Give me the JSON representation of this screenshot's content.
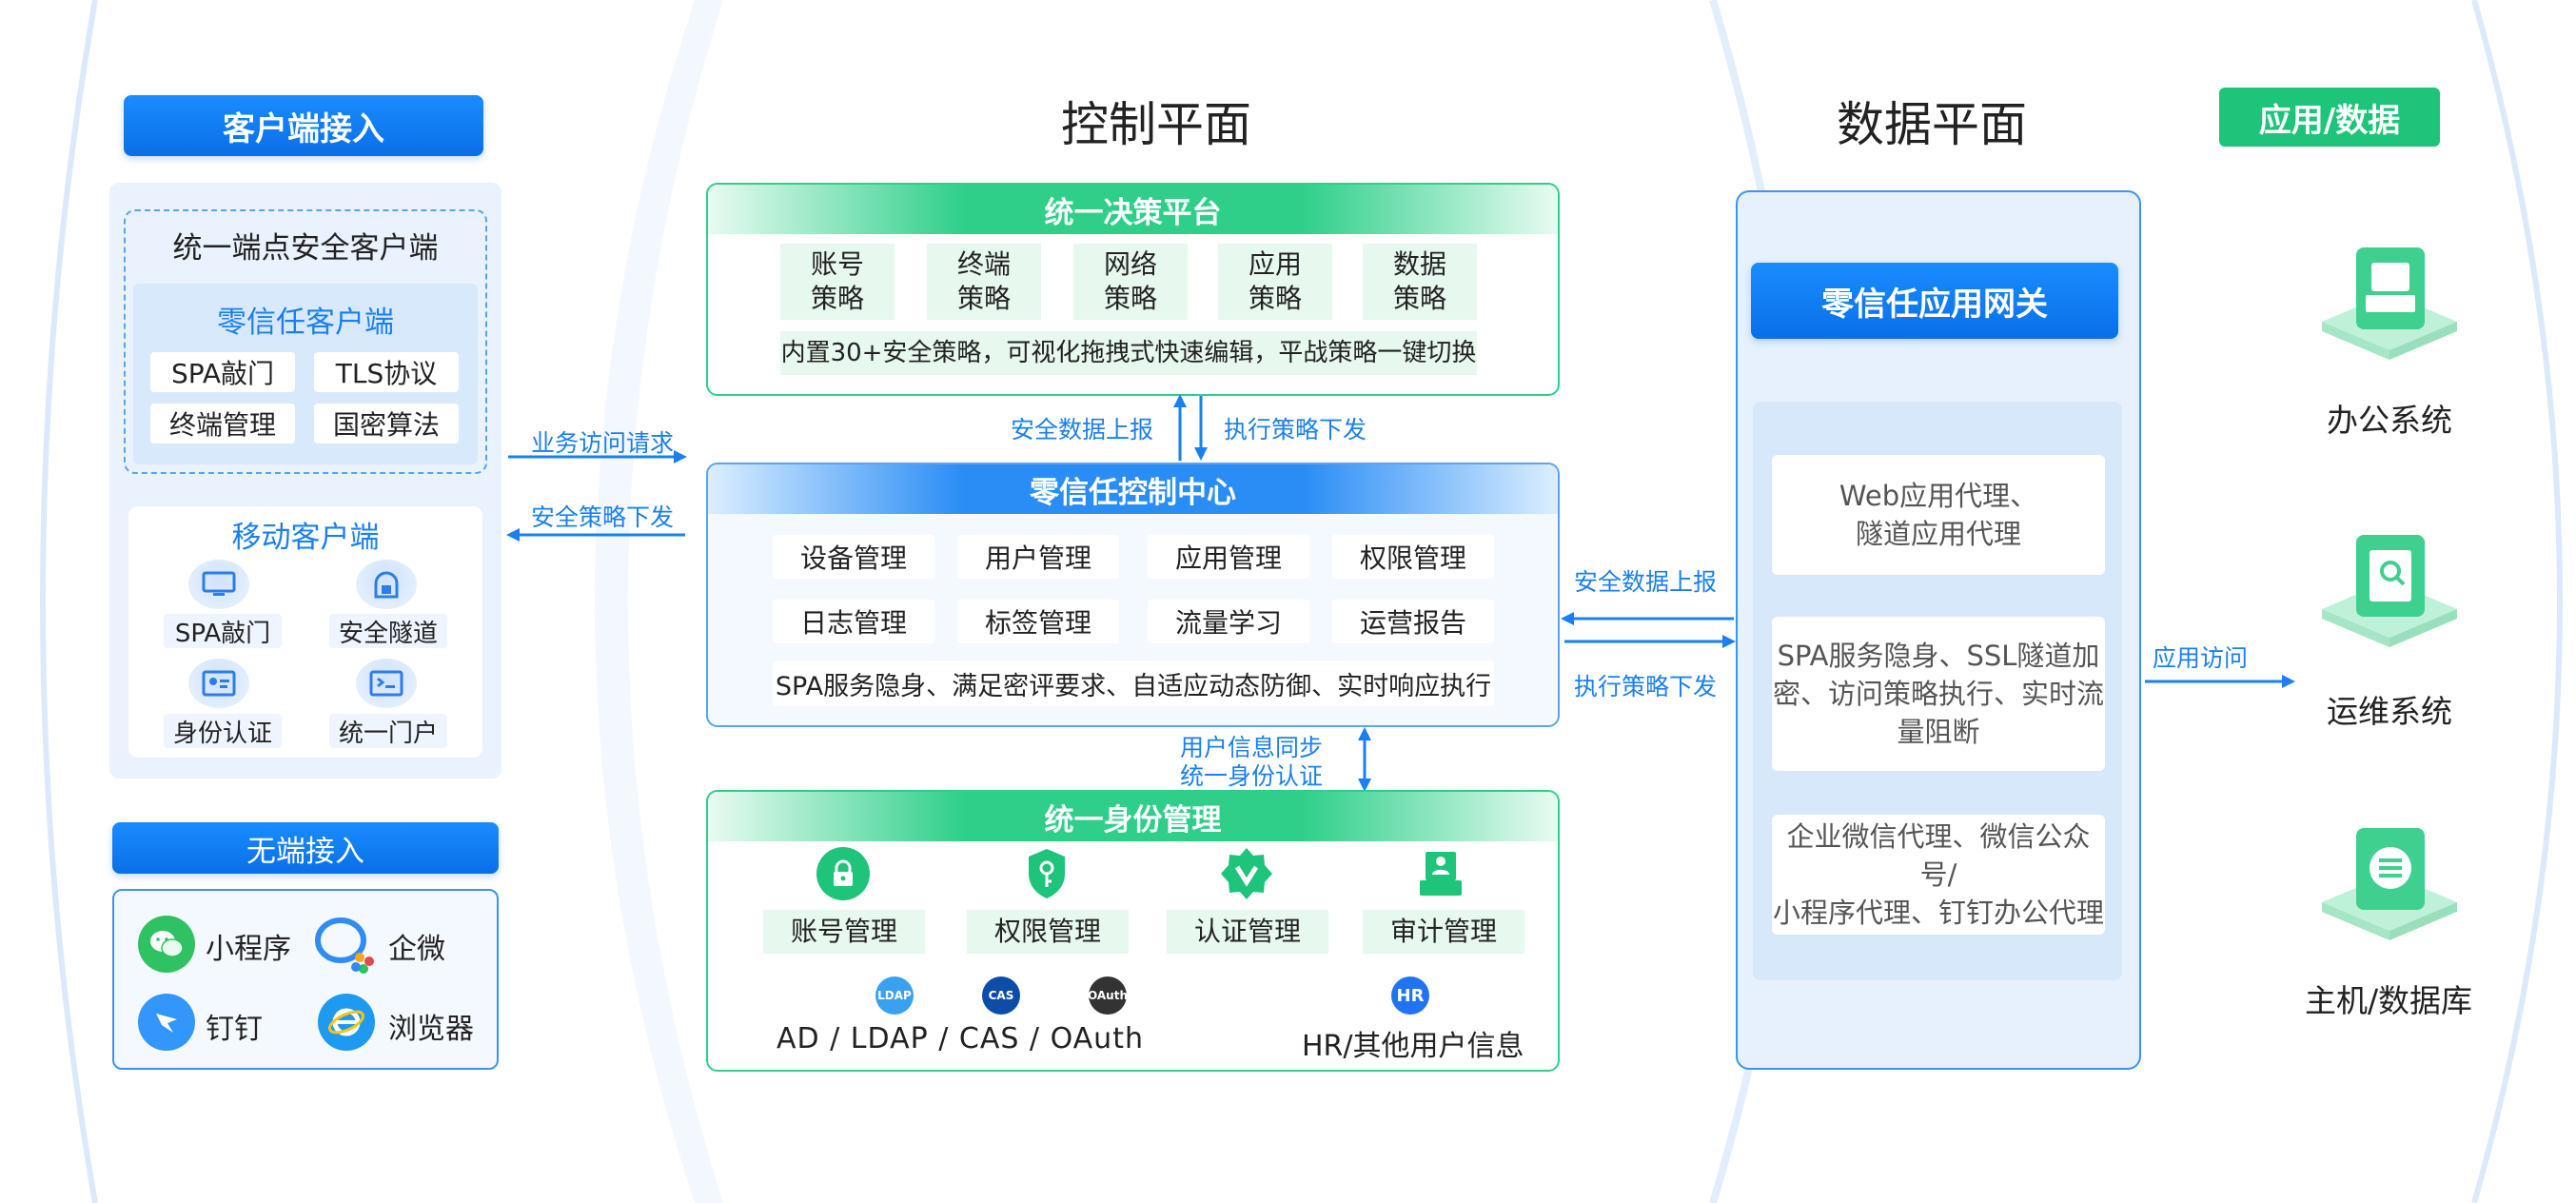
{
  "client": {
    "header": "客户端接入",
    "unified_title": "统一端点安全客户端",
    "zt_client_title": "零信任客户端",
    "zt_tags": [
      "SPA敲门",
      "TLS协议",
      "终端管理",
      "国密算法"
    ],
    "mobile_title": "移动客户端",
    "mobile_items": [
      {
        "label": "SPA敲门",
        "icon": "monitor-icon"
      },
      {
        "label": "安全隧道",
        "icon": "lock-tunnel-icon"
      },
      {
        "label": "身份认证",
        "icon": "id-card-icon"
      },
      {
        "label": "统一门户",
        "icon": "portal-icon"
      }
    ]
  },
  "endless": {
    "header": "无端接入",
    "items": [
      {
        "label": "小程序",
        "icon": "wechat-icon",
        "color": "#2ec262"
      },
      {
        "label": "企微",
        "icon": "wecom-icon",
        "color": "#2f8cf0"
      },
      {
        "label": "钉钉",
        "icon": "dingtalk-icon",
        "color": "#3296fa"
      },
      {
        "label": "浏览器",
        "icon": "ie-browser-icon",
        "color": "#1e9bf0"
      }
    ]
  },
  "left_arrows": {
    "request": "业务访问请求",
    "policy": "安全策略下发"
  },
  "control": {
    "title": "控制平面",
    "decision": {
      "header": "统一决策平台",
      "policies": [
        "账号\n策略",
        "终端\n策略",
        "网络\n策略",
        "应用\n策略",
        "数据\n策略"
      ],
      "note": "内置30+安全策略，可视化拖拽式快速编辑，平战策略一键切换"
    },
    "mid_arrows": {
      "up": "安全数据上报",
      "down": "执行策略下发"
    },
    "center": {
      "header": "零信任控制中心",
      "items": [
        "设备管理",
        "用户管理",
        "应用管理",
        "权限管理",
        "日志管理",
        "标签管理",
        "流量学习",
        "运营报告"
      ],
      "note": "SPA服务隐身、满足密评要求、自适应动态防御、实时响应执行"
    },
    "sync_label_1": "用户信息同步",
    "sync_label_2": "统一身份认证",
    "identity": {
      "header": "统一身份管理",
      "items": [
        {
          "label": "账号管理",
          "icon": "lock-circle-icon"
        },
        {
          "label": "权限管理",
          "icon": "key-shield-icon"
        },
        {
          "label": "认证管理",
          "icon": "verified-badge-icon"
        },
        {
          "label": "审计管理",
          "icon": "audit-user-icon"
        }
      ],
      "protocols": "AD / LDAP / CAS / OAuth",
      "hr": "HR/其他用户信息",
      "badges": {
        "ldap": "LDAP",
        "cas": "CAS",
        "oauth": "OAuth",
        "hr": "HR"
      }
    }
  },
  "right_arrows": {
    "up": "安全数据上报",
    "down": "执行策略下发"
  },
  "data": {
    "title": "数据平面",
    "gateway": "零信任应用网关",
    "cards": [
      "Web应用代理、\n隧道应用代理",
      "SPA服务隐身、SSL隧道加\n密、访问策略执行、实时流\n量阻断",
      "企业微信代理、微信公众号/\n小程序代理、钉钉办公代理"
    ]
  },
  "app_access": "应用访问",
  "apps": {
    "header": "应用/数据",
    "items": [
      {
        "label": "办公系统",
        "icon": "office-printer-icon"
      },
      {
        "label": "运维系统",
        "icon": "ops-clipboard-icon"
      },
      {
        "label": "主机/数据库",
        "icon": "database-icon"
      }
    ]
  },
  "colors": {
    "blue": "#1a7ff0",
    "green": "#1dc47a"
  }
}
